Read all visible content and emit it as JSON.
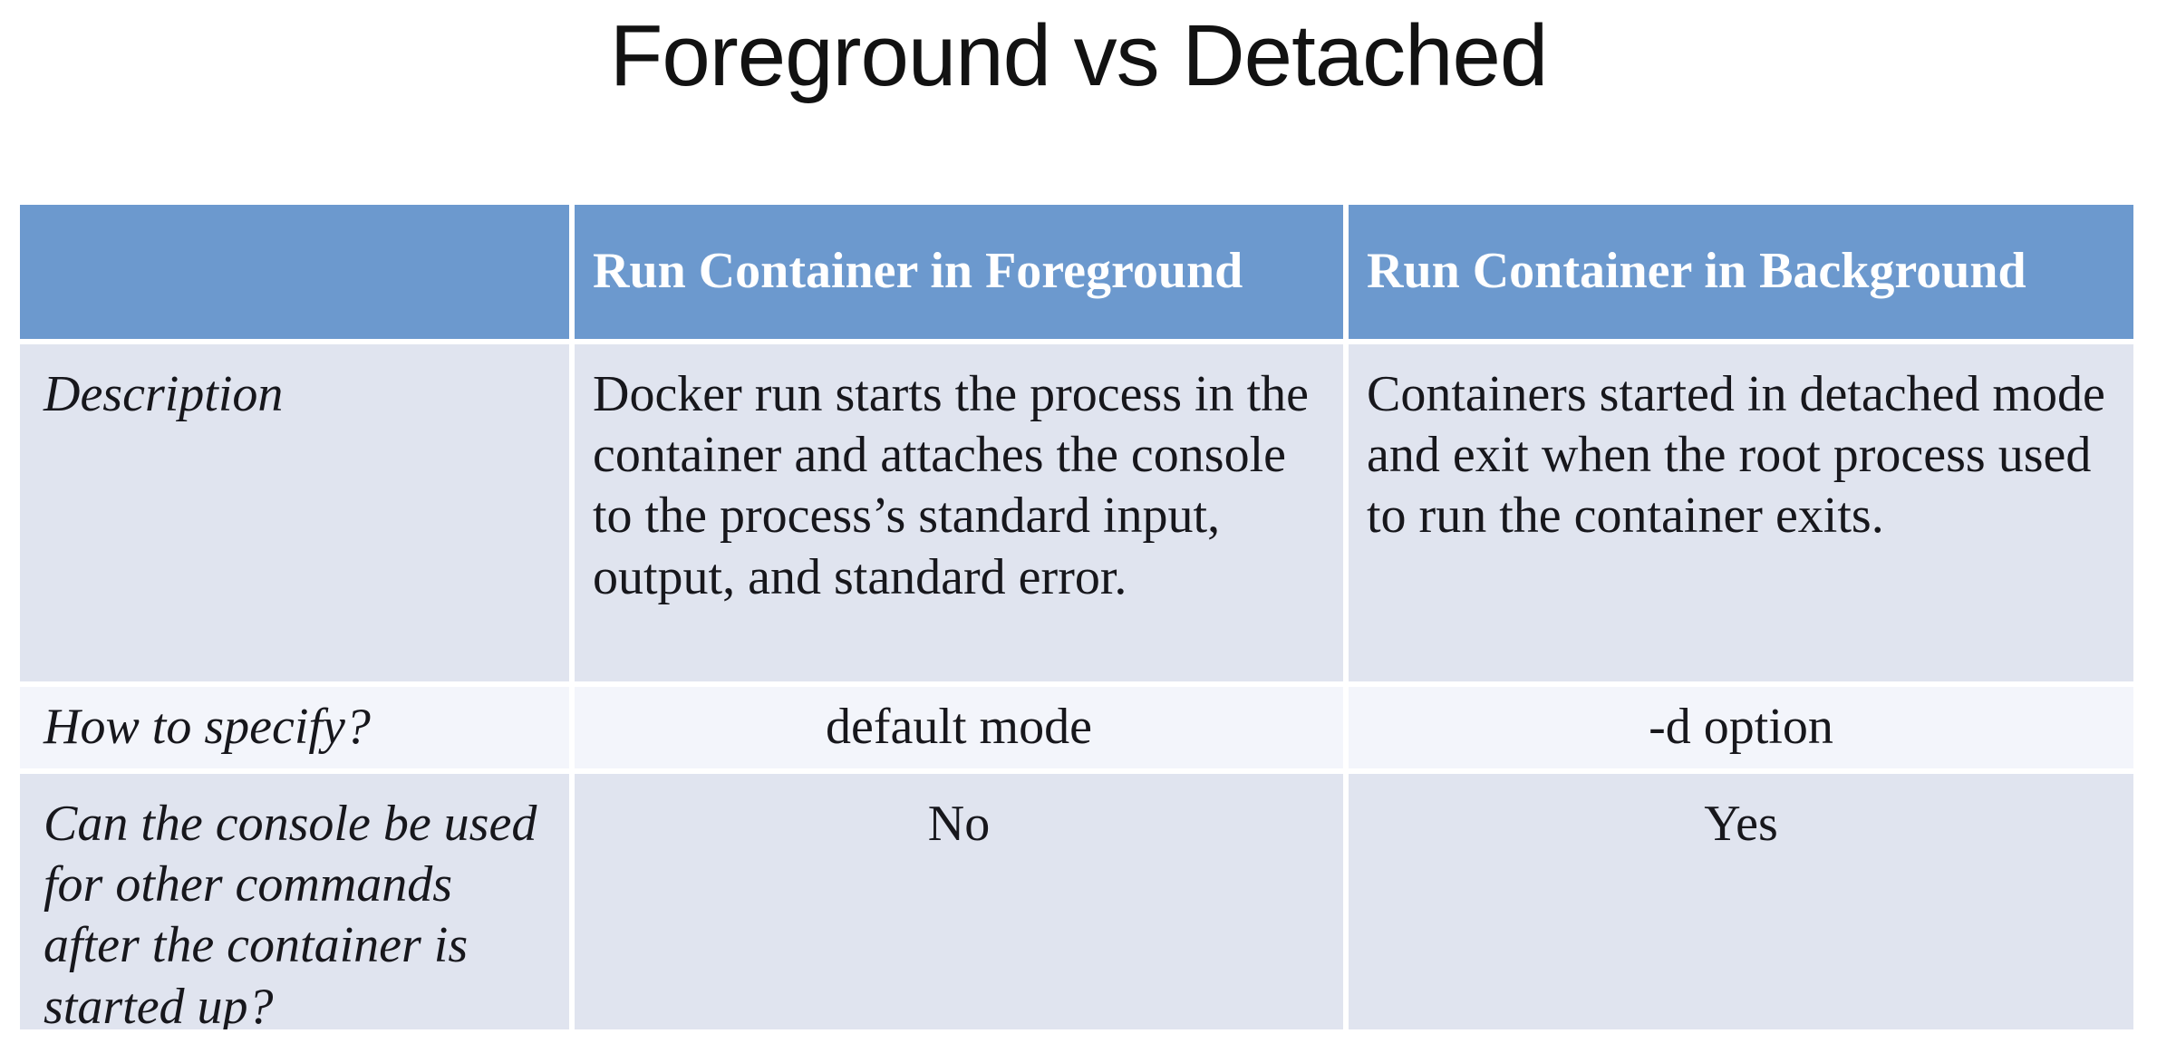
{
  "title": "Foreground vs Detached",
  "colors": {
    "header_fill": "#6c99ce",
    "header_text": "#ffffff",
    "row_fill_dark": "#e0e4ef",
    "row_fill_light": "#f3f5fb",
    "body_text": "#17171c",
    "title_text": "#121212",
    "page_background": "#ffffff"
  },
  "table": {
    "header": [
      "",
      "Run Container in Foreground",
      "Run Container in Background"
    ],
    "rows": [
      {
        "label": "Description",
        "cells": [
          "Docker run starts the process in the container and attaches the console to the process’s standard input, output, and standard error.",
          "Containers started in detached mode and exit when the root process used to run the container exits."
        ]
      },
      {
        "label": "How to specify?",
        "cells": [
          "default mode",
          "-d option"
        ]
      },
      {
        "label": "Can the console be used for other commands after the container is started up?",
        "cells": [
          "No",
          "Yes"
        ]
      }
    ]
  }
}
